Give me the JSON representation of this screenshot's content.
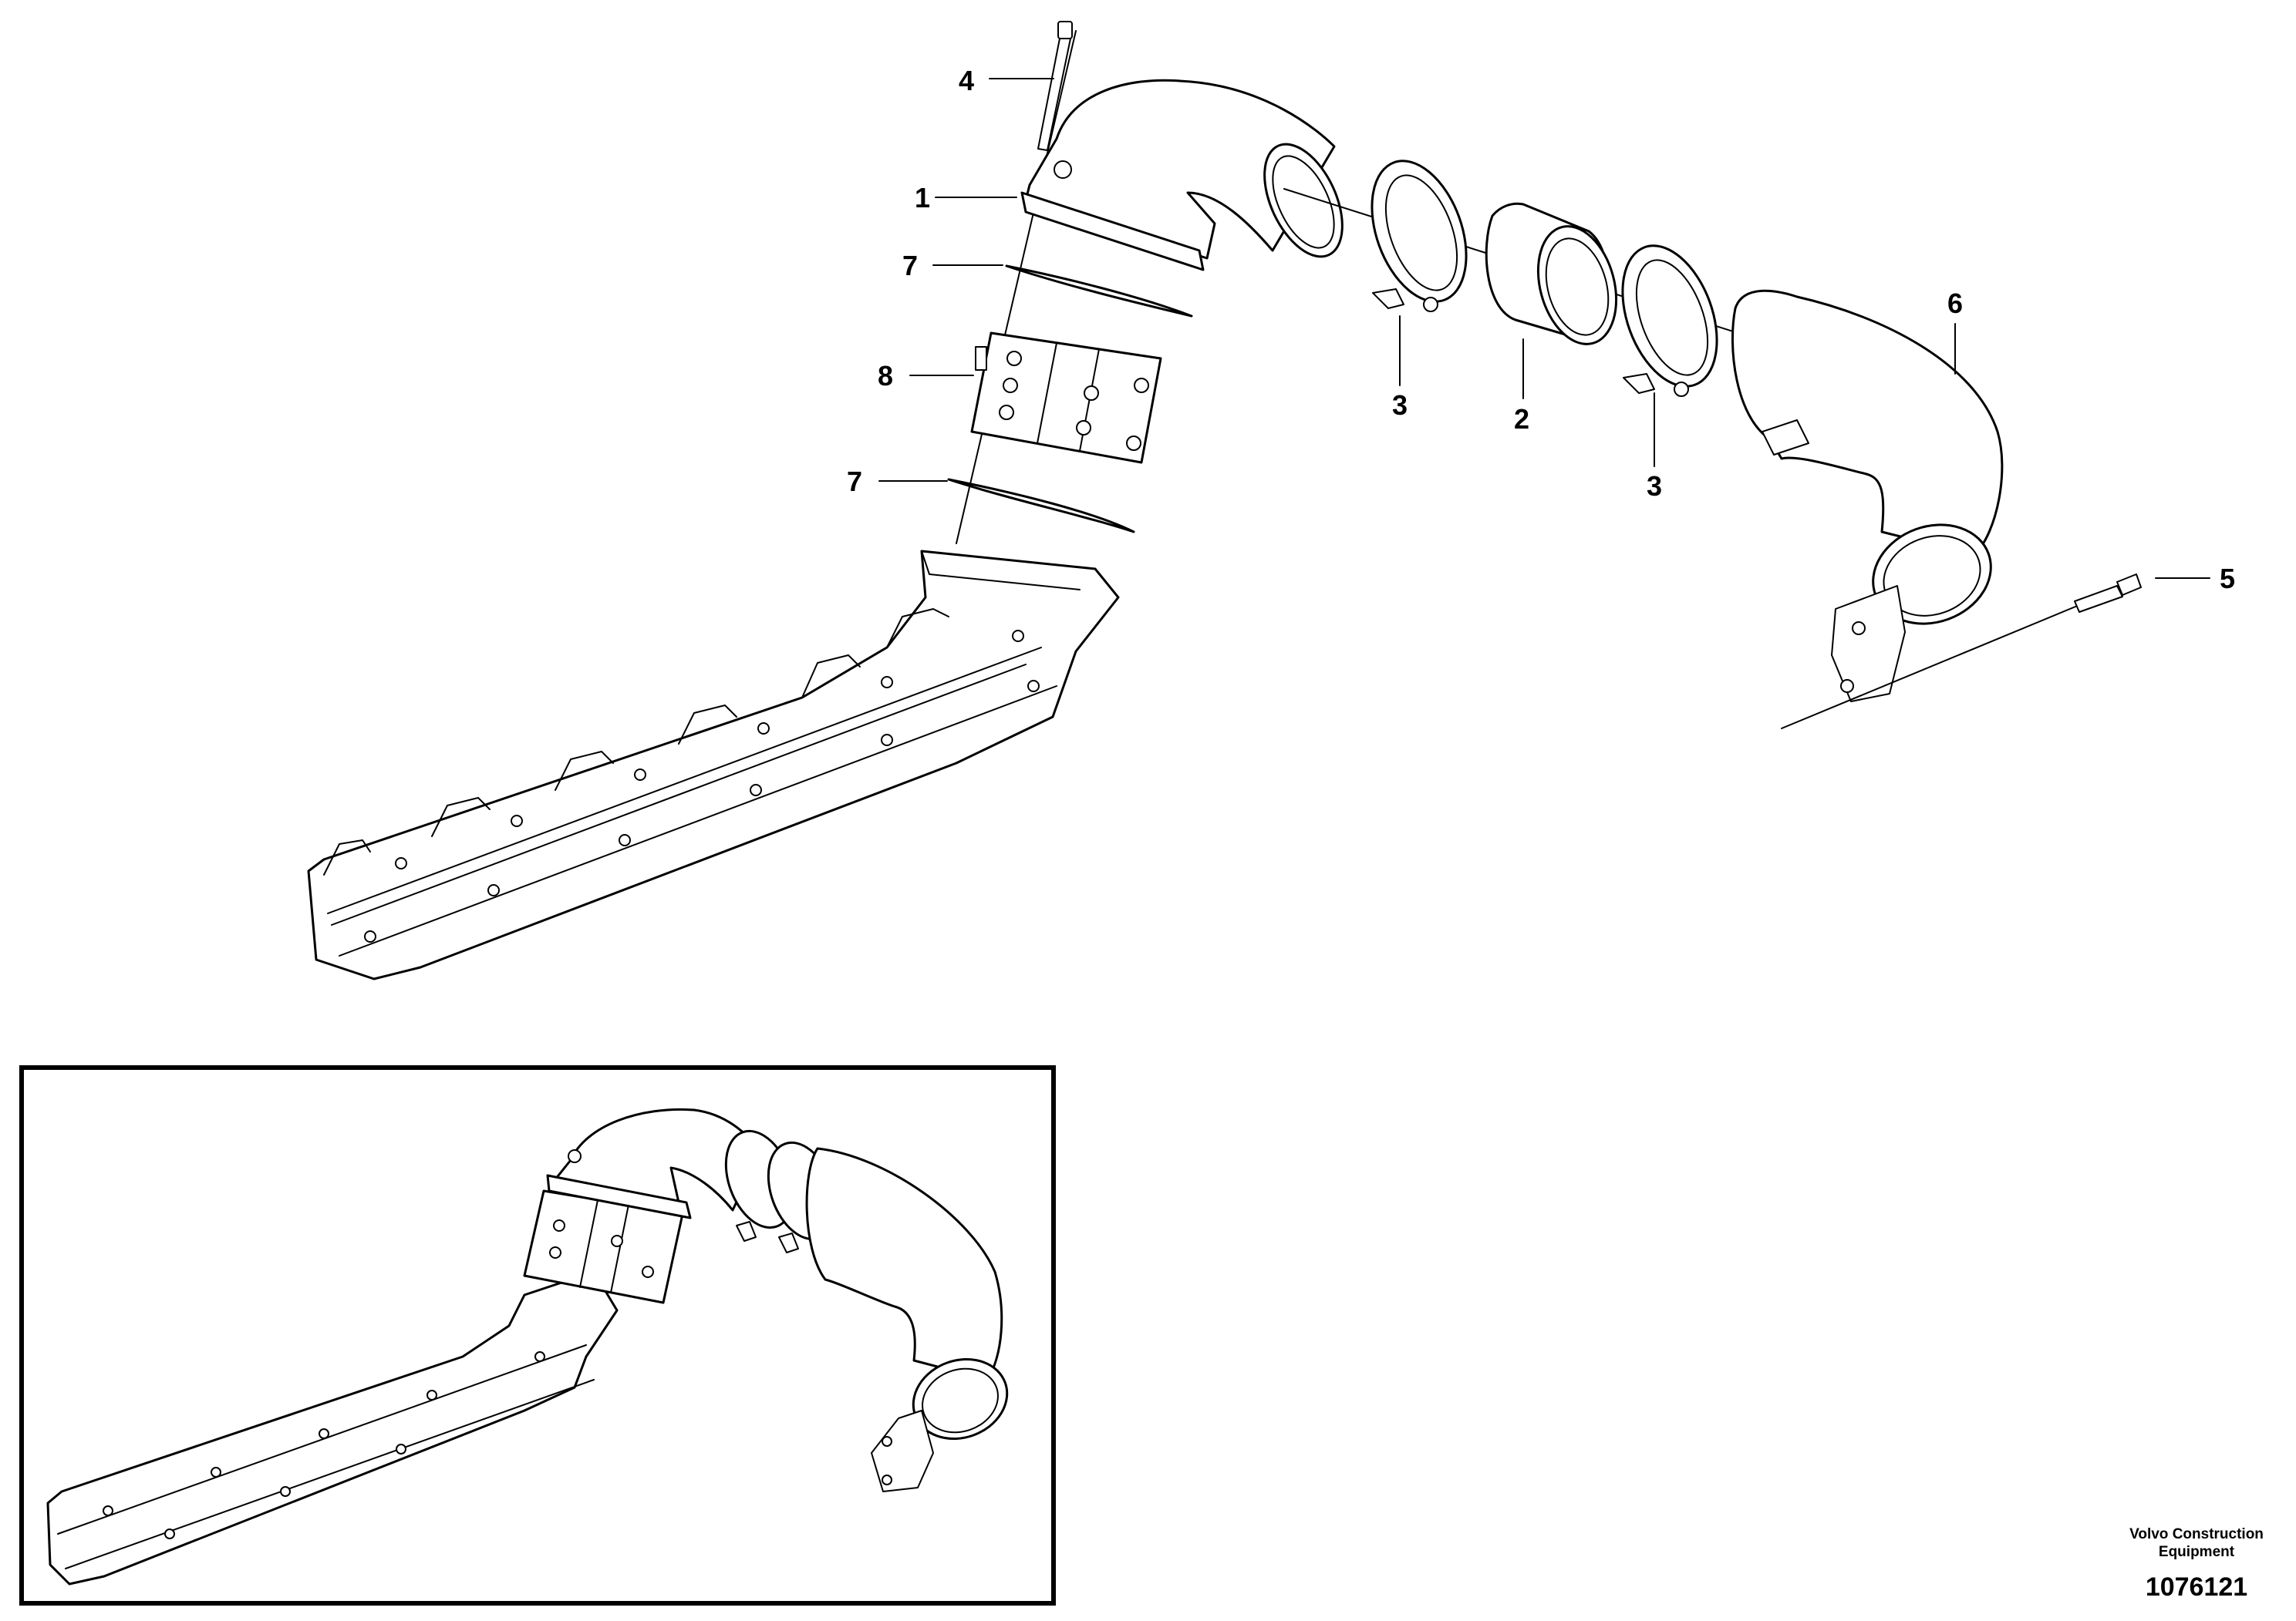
{
  "callouts": {
    "c1": "1",
    "c2": "2",
    "c3a": "3",
    "c3b": "3",
    "c4": "4",
    "c5": "5",
    "c6": "6",
    "c7a": "7",
    "c7b": "7",
    "c8": "8"
  },
  "credit": {
    "line1": "Volvo Construction",
    "line2": "Equipment",
    "number": "1076121"
  }
}
